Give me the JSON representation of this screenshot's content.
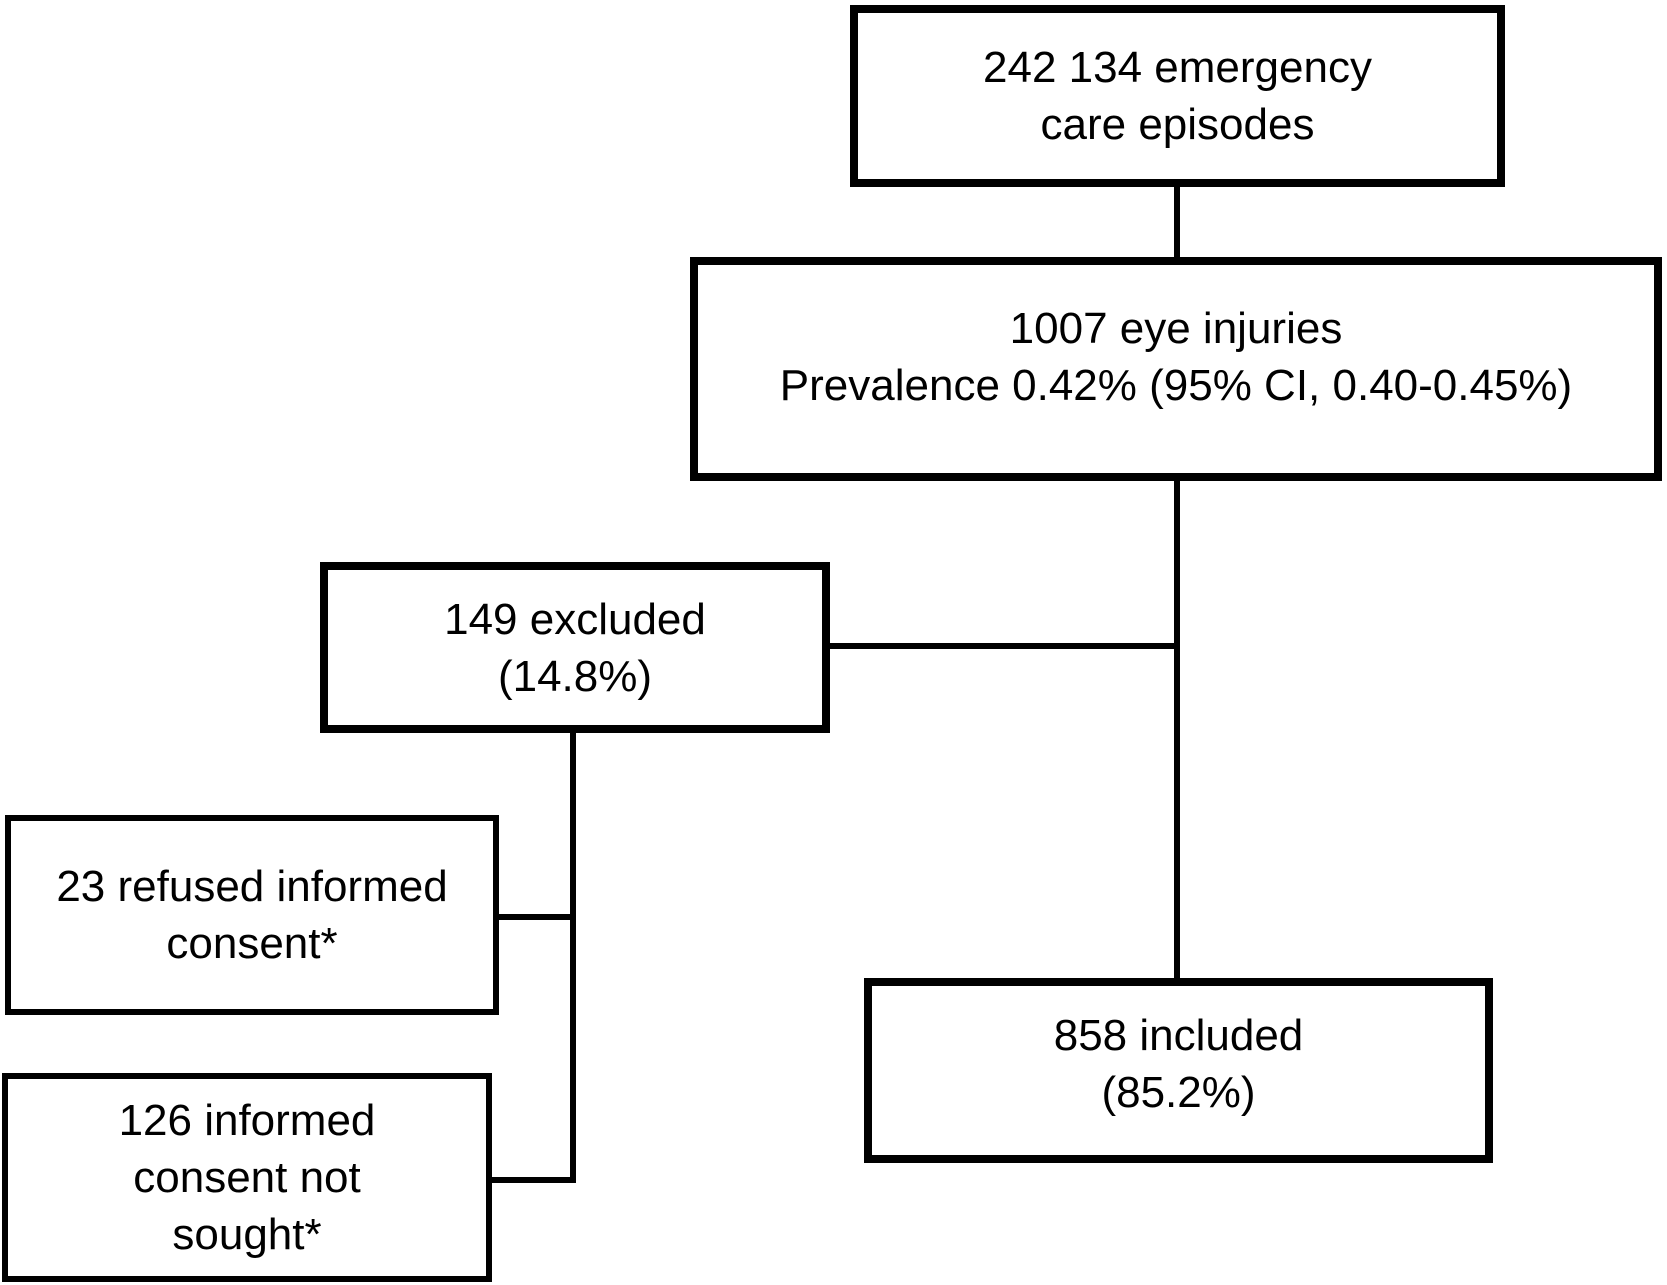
{
  "diagram": {
    "title": "study-flow-diagram",
    "colors": {
      "background": "#ffffff",
      "box_fill": "#ffffff",
      "border": "#000000",
      "line": "#000000",
      "text": "#000000"
    },
    "boxes": {
      "episodes": {
        "lines": [
          "242 134 emergency",
          "care episodes"
        ]
      },
      "injuries": {
        "lines": [
          "1007 eye injuries",
          "Prevalence 0.42% (95% CI, 0.40-0.45%)"
        ]
      },
      "excluded": {
        "lines": [
          "149 excluded",
          "(14.8%)"
        ]
      },
      "refused": {
        "lines": [
          "23 refused informed",
          "consent*"
        ]
      },
      "not_sought": {
        "lines": [
          "126 informed",
          "consent not",
          "sought*"
        ]
      },
      "included": {
        "lines": [
          "858 included",
          "(85.2%)"
        ]
      }
    }
  }
}
